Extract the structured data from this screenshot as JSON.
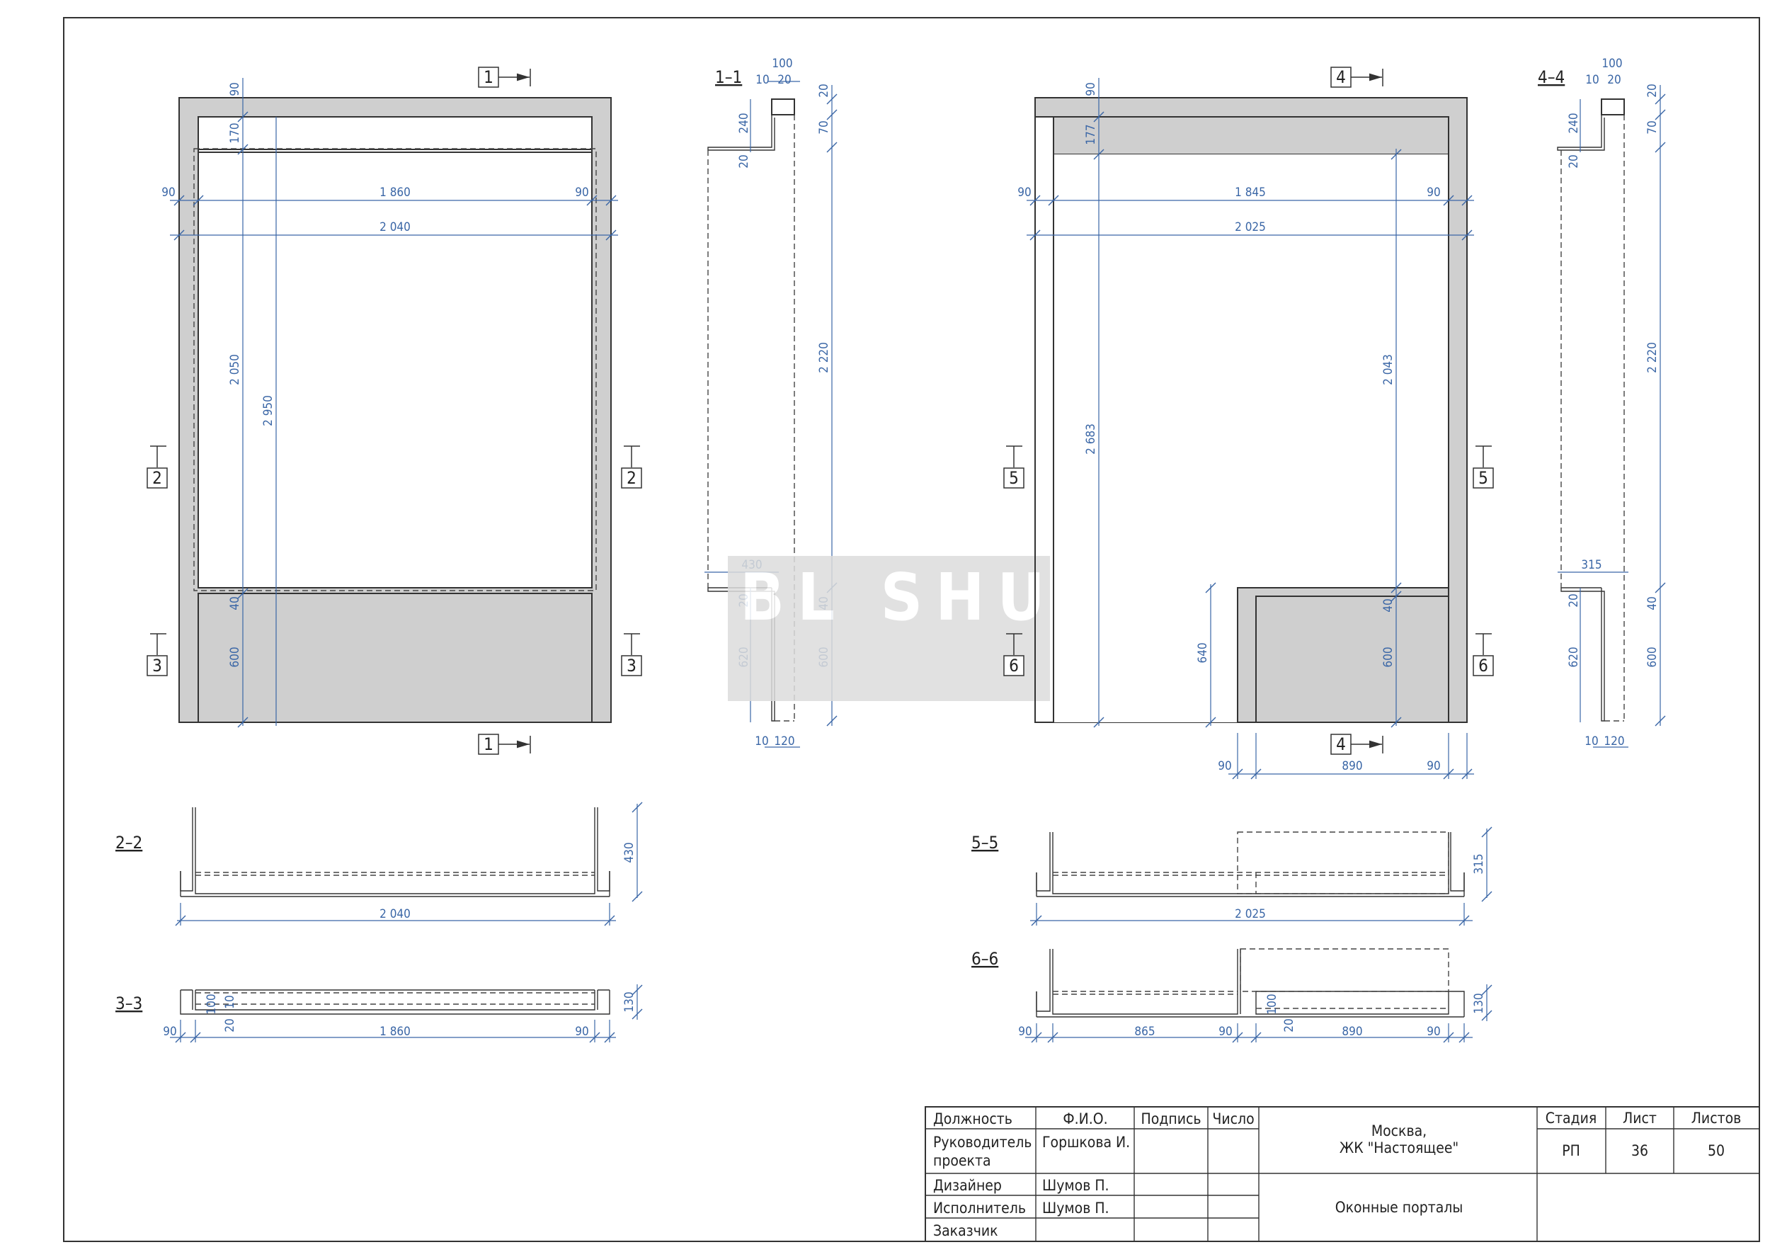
{
  "drawing": {
    "section_marks": {
      "s1": "1",
      "s2": "2",
      "s3": "3",
      "s4": "4",
      "s5": "5",
      "s6": "6"
    },
    "section_titles": {
      "t11": "1–1",
      "t44": "4–4",
      "t22": "2–2",
      "t33": "3–3",
      "t55": "5–5",
      "t66": "6–6"
    },
    "portal_a": {
      "d90_top": "90",
      "d170": "170",
      "d90_left": "90",
      "d1860": "1 860",
      "d90_right": "90",
      "d2040": "2 040",
      "d2050": "2 050",
      "d2950": "2 950",
      "d40": "40",
      "d600": "600"
    },
    "section_11": {
      "d100": "100",
      "d10": "10",
      "d20a": "20",
      "d20b": "20",
      "d240": "240",
      "d70": "70",
      "d20c": "20",
      "d2220": "2 220",
      "d430": "430",
      "d20d": "20",
      "d40": "40",
      "d620": "620",
      "d600": "600",
      "d10b": "10",
      "d120": "120"
    },
    "portal_b": {
      "d90_top": "90",
      "d177": "177",
      "d90_left": "90",
      "d1845": "1 845",
      "d90_right": "90",
      "d2025": "2 025",
      "d2043": "2 043",
      "d2683": "2 683",
      "d40": "40",
      "d600": "600",
      "d640": "640",
      "d90_bl": "90",
      "d890": "890",
      "d90_br": "90"
    },
    "section_44": {
      "d100": "100",
      "d10": "10",
      "d20a": "20",
      "d20b": "20",
      "d240": "240",
      "d70": "70",
      "d20c": "20",
      "d2220": "2 220",
      "d315": "315",
      "d20d": "20",
      "d40": "40",
      "d620": "620",
      "d600": "600",
      "d10b": "10",
      "d120": "120"
    },
    "section_22": {
      "d430": "430",
      "d2040": "2 040"
    },
    "section_33": {
      "d100": "100",
      "d10": "10",
      "d20": "20",
      "d130": "130",
      "d90l": "90",
      "d1860": "1 860",
      "d90r": "90"
    },
    "section_55": {
      "d315": "315",
      "d2025": "2 025"
    },
    "section_66": {
      "d100": "100",
      "d20": "20",
      "d130": "130",
      "d90a": "90",
      "d865": "865",
      "d90b": "90",
      "d890": "890",
      "d90c": "90"
    },
    "watermark": "BL SHU"
  },
  "title_block": {
    "headers": {
      "position": "Должность",
      "name": "Ф.И.О.",
      "signature": "Подпись",
      "date": "Число"
    },
    "rows": [
      {
        "role": "Руководитель проекта",
        "person": "Горшкова И."
      },
      {
        "role": "Дизайнер",
        "person": "Шумов П."
      },
      {
        "role": "Исполнитель",
        "person": "Шумов П."
      },
      {
        "role": "Заказчик",
        "person": ""
      }
    ],
    "project_city": "Москва,",
    "project_name": "ЖК \"Настоящее\"",
    "sheet_title": "Оконные порталы",
    "stage_label": "Стадия",
    "sheet_label": "Лист",
    "sheets_label": "Листов",
    "stage_value": "РП",
    "sheet_value": "36",
    "sheets_value": "50"
  }
}
